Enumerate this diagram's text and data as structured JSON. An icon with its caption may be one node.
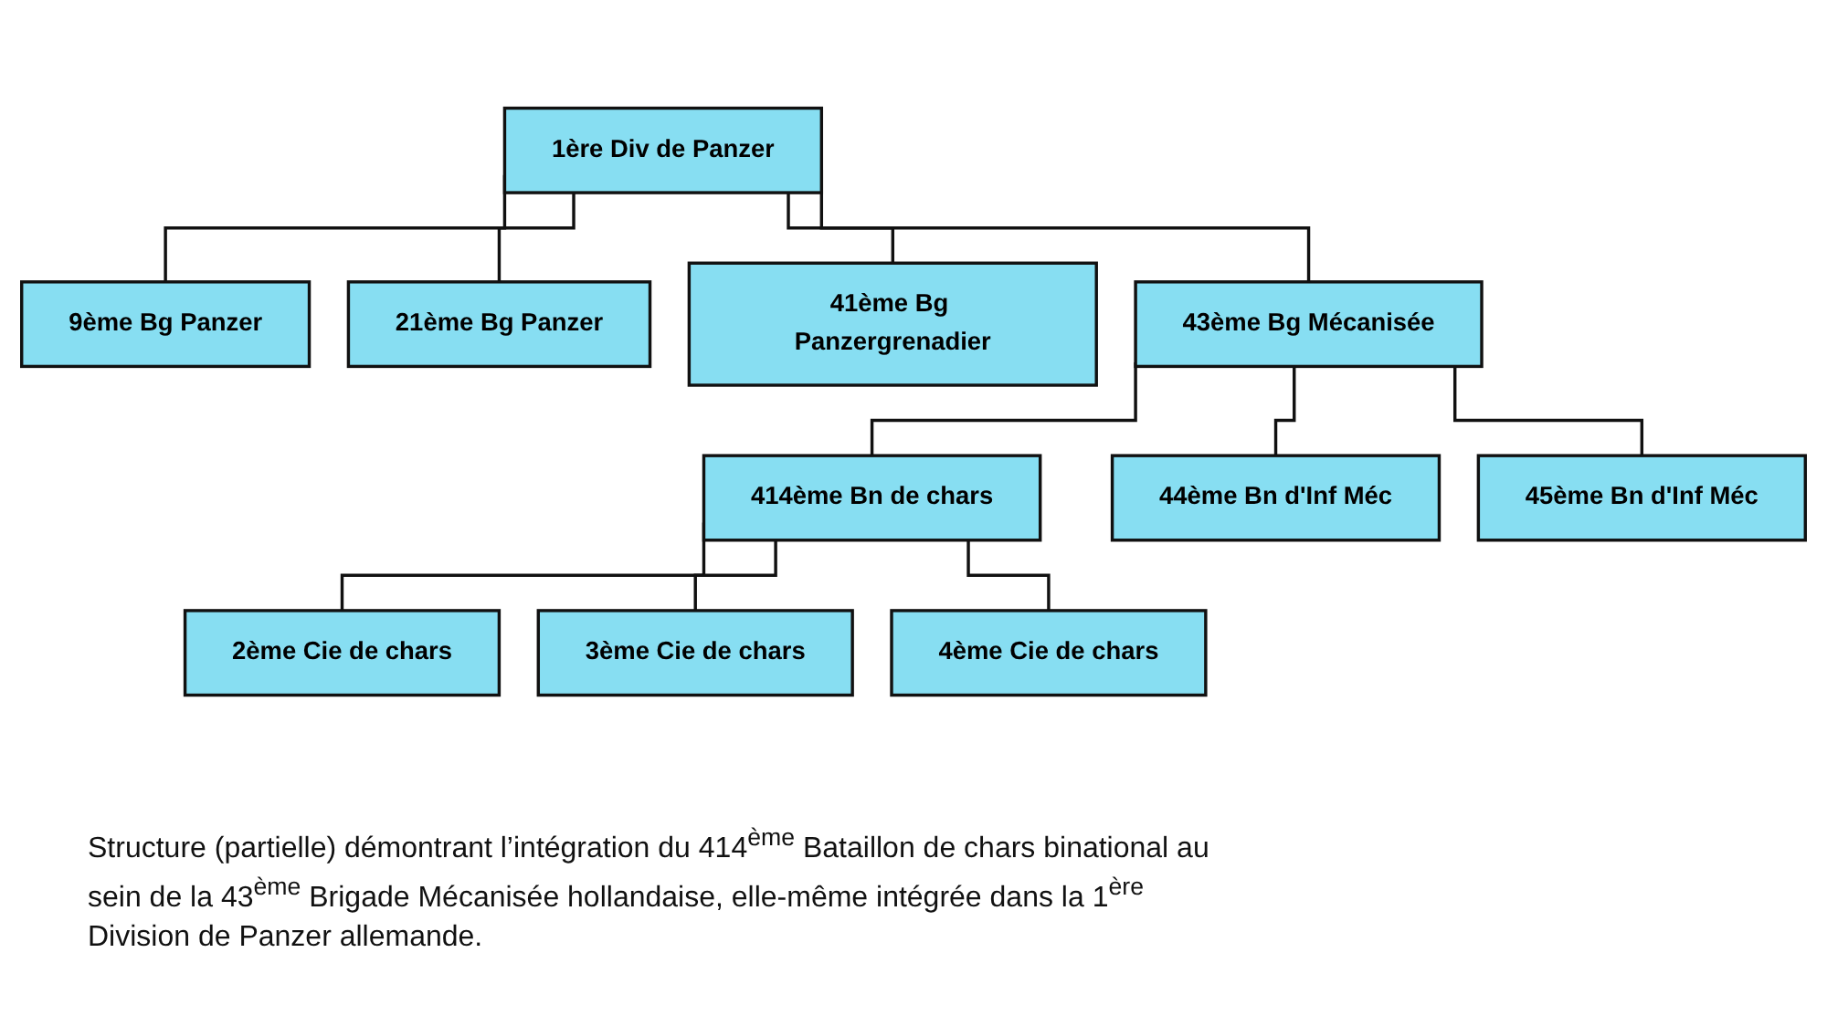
{
  "diagram": {
    "caption": "Structure (partielle) démontrant l’intégration du 414$^{ème}$ Bataillon de chars binational au sein de la 43$^{ème}$ Brigade Mécanisée hollandaise, elle-même intégrée dans la 1$^{ère}$ Division de Panzer allemande.",
    "nodes": [
      {
        "text": [
          "1ère Div de Panzer"
        ]
      },
      {
        "text": [
          "9ème Bg Panzer"
        ]
      },
      {
        "text": [
          "21ème Bg Panzer"
        ]
      },
      {
        "text": [
          "41ème Bg Panzergrenadier"
        ]
      },
      {
        "text": [
          "43ème Bg Mécanisée"
        ]
      },
      {
        "text": [
          "414ème Bn de chars"
        ]
      },
      {
        "text": [
          "2ème Cie de chars"
        ]
      },
      {
        "text": [
          "3ème Cie de chars"
        ]
      },
      {
        "text": [
          "4ème Cie de chars"
        ]
      },
      {
        "text": [
          "44ème Bn d'Inf Méc"
        ]
      },
      {
        "text": [
          "45ème Bn d'Inf Méc"
        ]
      }
    ],
    "edges": [
      {
        "from": 0,
        "to": 1,
        "arrow": "none"
      },
      {
        "from": 0,
        "to": 2,
        "arrow": "none"
      },
      {
        "from": 0,
        "to": 3,
        "arrow": "none"
      },
      {
        "from": 0,
        "to": 4,
        "arrow": "none"
      },
      {
        "from": 4,
        "to": 5,
        "arrow": "none"
      },
      {
        "from": 5,
        "to": 6,
        "arrow": "none"
      },
      {
        "from": 5,
        "to": 7,
        "arrow": "none"
      },
      {
        "from": 5,
        "to": 8,
        "arrow": "none"
      },
      {
        "from": 4,
        "to": 9,
        "arrow": "none"
      },
      {
        "from": 4,
        "to": 10,
        "arrow": "none"
      }
    ]
  }
}
